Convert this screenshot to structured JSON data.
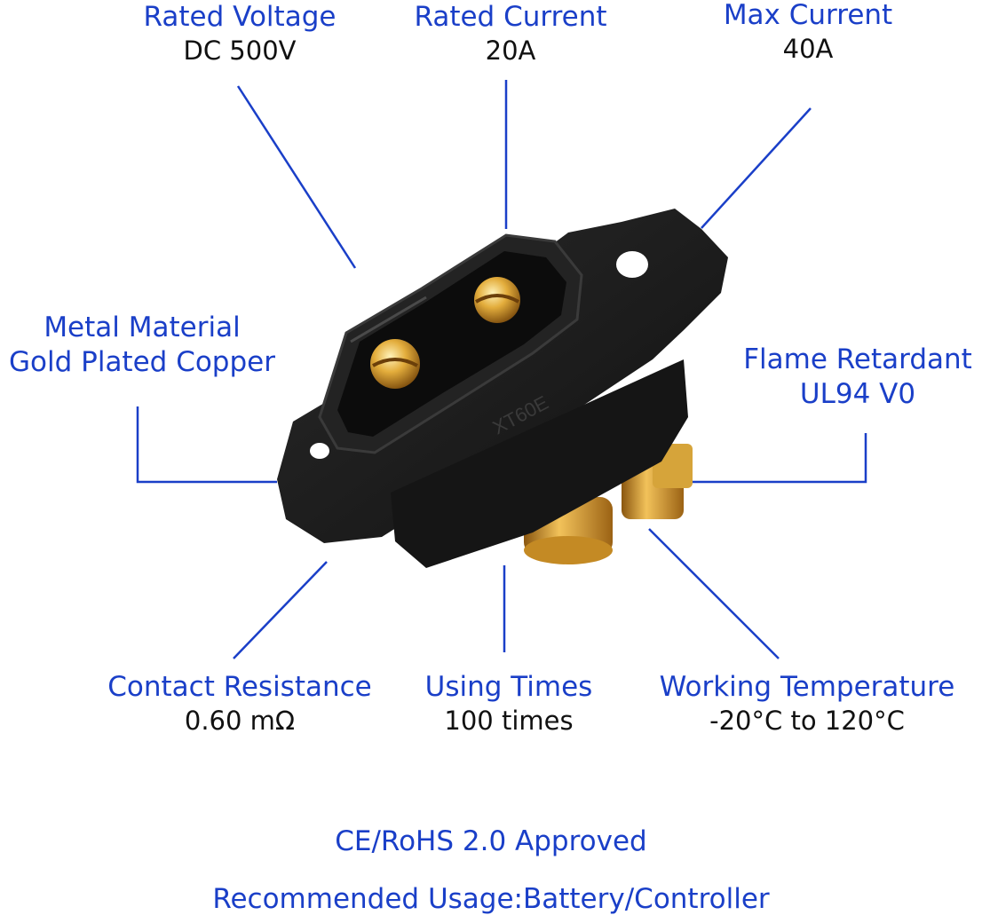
{
  "specs": {
    "rated_voltage": {
      "label": "Rated Voltage",
      "value": "DC 500V"
    },
    "rated_current": {
      "label": "Rated Current",
      "value": "20A"
    },
    "max_current": {
      "label": "Max Current",
      "value": "40A"
    },
    "metal_material": {
      "label": "Metal Material",
      "value": "Gold Plated Copper"
    },
    "flame_retardant": {
      "label": "Flame Retardant",
      "value": "UL94 V0"
    },
    "contact_resistance": {
      "label": "Contact Resistance",
      "value": "0.60 mΩ"
    },
    "using_times": {
      "label": "Using Times",
      "value": "100 times"
    },
    "working_temperature": {
      "label": "Working Temperature",
      "value": "-20°C to 120°C"
    }
  },
  "footer": {
    "certification": "CE/RoHS 2.0 Approved",
    "usage": "Recommended Usage:Battery/Controller"
  },
  "colors": {
    "label": "#1a3fc8",
    "value": "#111111",
    "leader_line": "#1a3fc8",
    "connector_body": "#1c1c1c",
    "gold": "#d9a131"
  }
}
